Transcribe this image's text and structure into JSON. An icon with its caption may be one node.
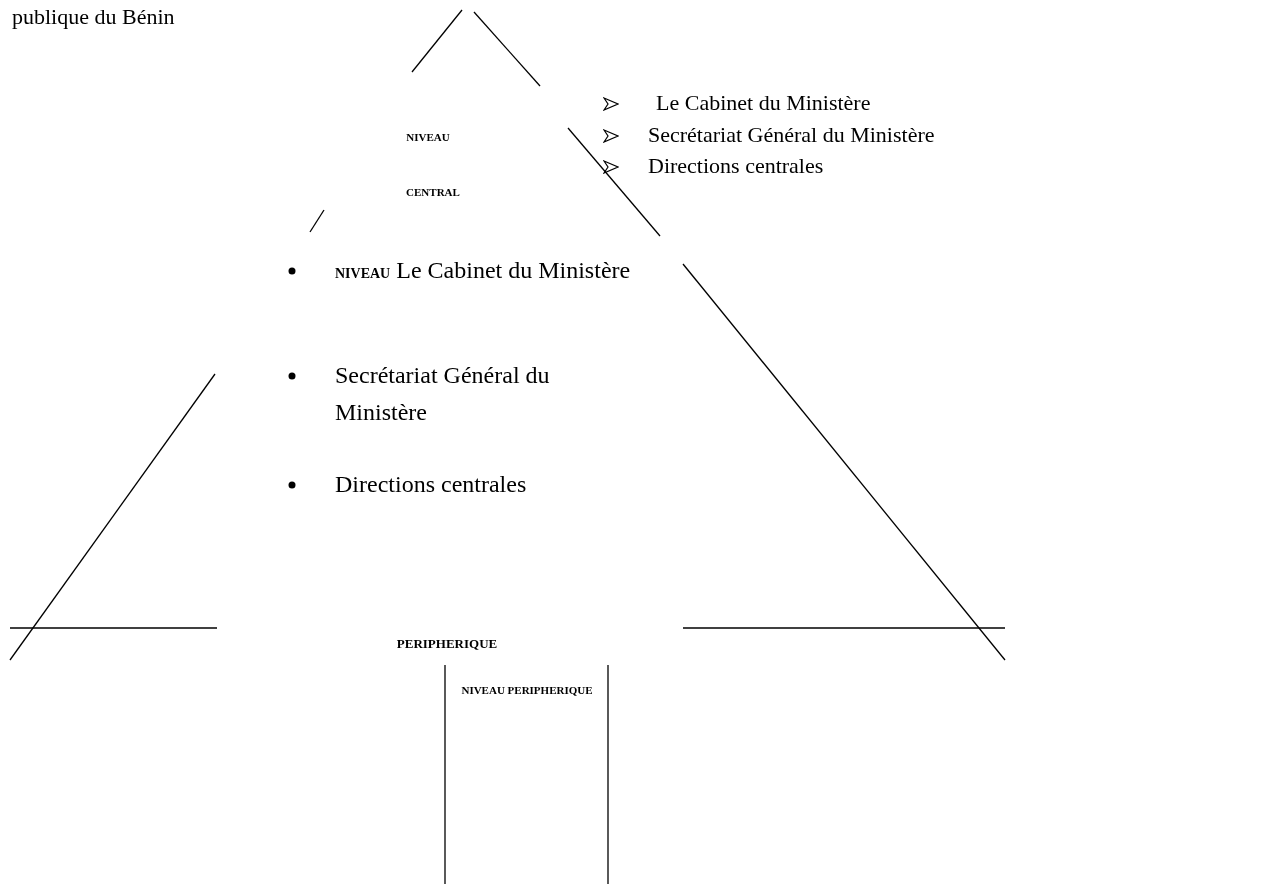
{
  "diagram": {
    "labels": [
      "publique du Bénin",
      "Le Cabinet du Ministère",
      "Secrétariat Général du Ministère",
      "Directions centrales",
      "NIVEAU",
      "CENTRAL",
      "**NIVEAU** Le Cabinet du Ministère",
      "Secrétariat Général du Ministère",
      "Directions centrales",
      "PERIPHERIQUE",
      "NIVEAU PERIPHERIQUE"
    ]
  }
}
